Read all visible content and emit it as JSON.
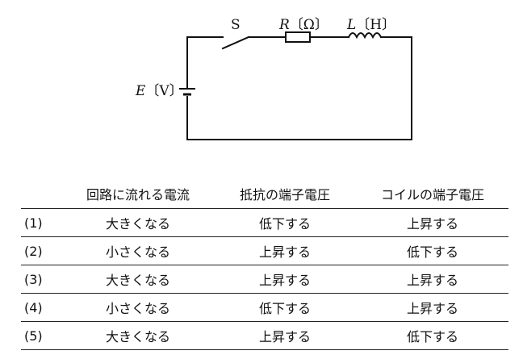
{
  "circuit": {
    "switch_label": "S",
    "resistor_symbol": "R",
    "resistor_unit": "〔Ω〕",
    "inductor_symbol": "L",
    "inductor_unit": "〔H〕",
    "source_symbol": "E",
    "source_unit": "〔V〕"
  },
  "table": {
    "headers": [
      "",
      "回路に流れる電流",
      "抵抗の端子電圧",
      "コイルの端子電圧"
    ],
    "rows": [
      {
        "no": "(1)",
        "current": "大きくなる",
        "resistor_voltage": "低下する",
        "coil_voltage": "上昇する"
      },
      {
        "no": "(2)",
        "current": "小さくなる",
        "resistor_voltage": "上昇する",
        "coil_voltage": "低下する"
      },
      {
        "no": "(3)",
        "current": "大きくなる",
        "resistor_voltage": "上昇する",
        "coil_voltage": "上昇する"
      },
      {
        "no": "(4)",
        "current": "小さくなる",
        "resistor_voltage": "低下する",
        "coil_voltage": "上昇する"
      },
      {
        "no": "(5)",
        "current": "大きくなる",
        "resistor_voltage": "上昇する",
        "coil_voltage": "低下する"
      }
    ]
  }
}
